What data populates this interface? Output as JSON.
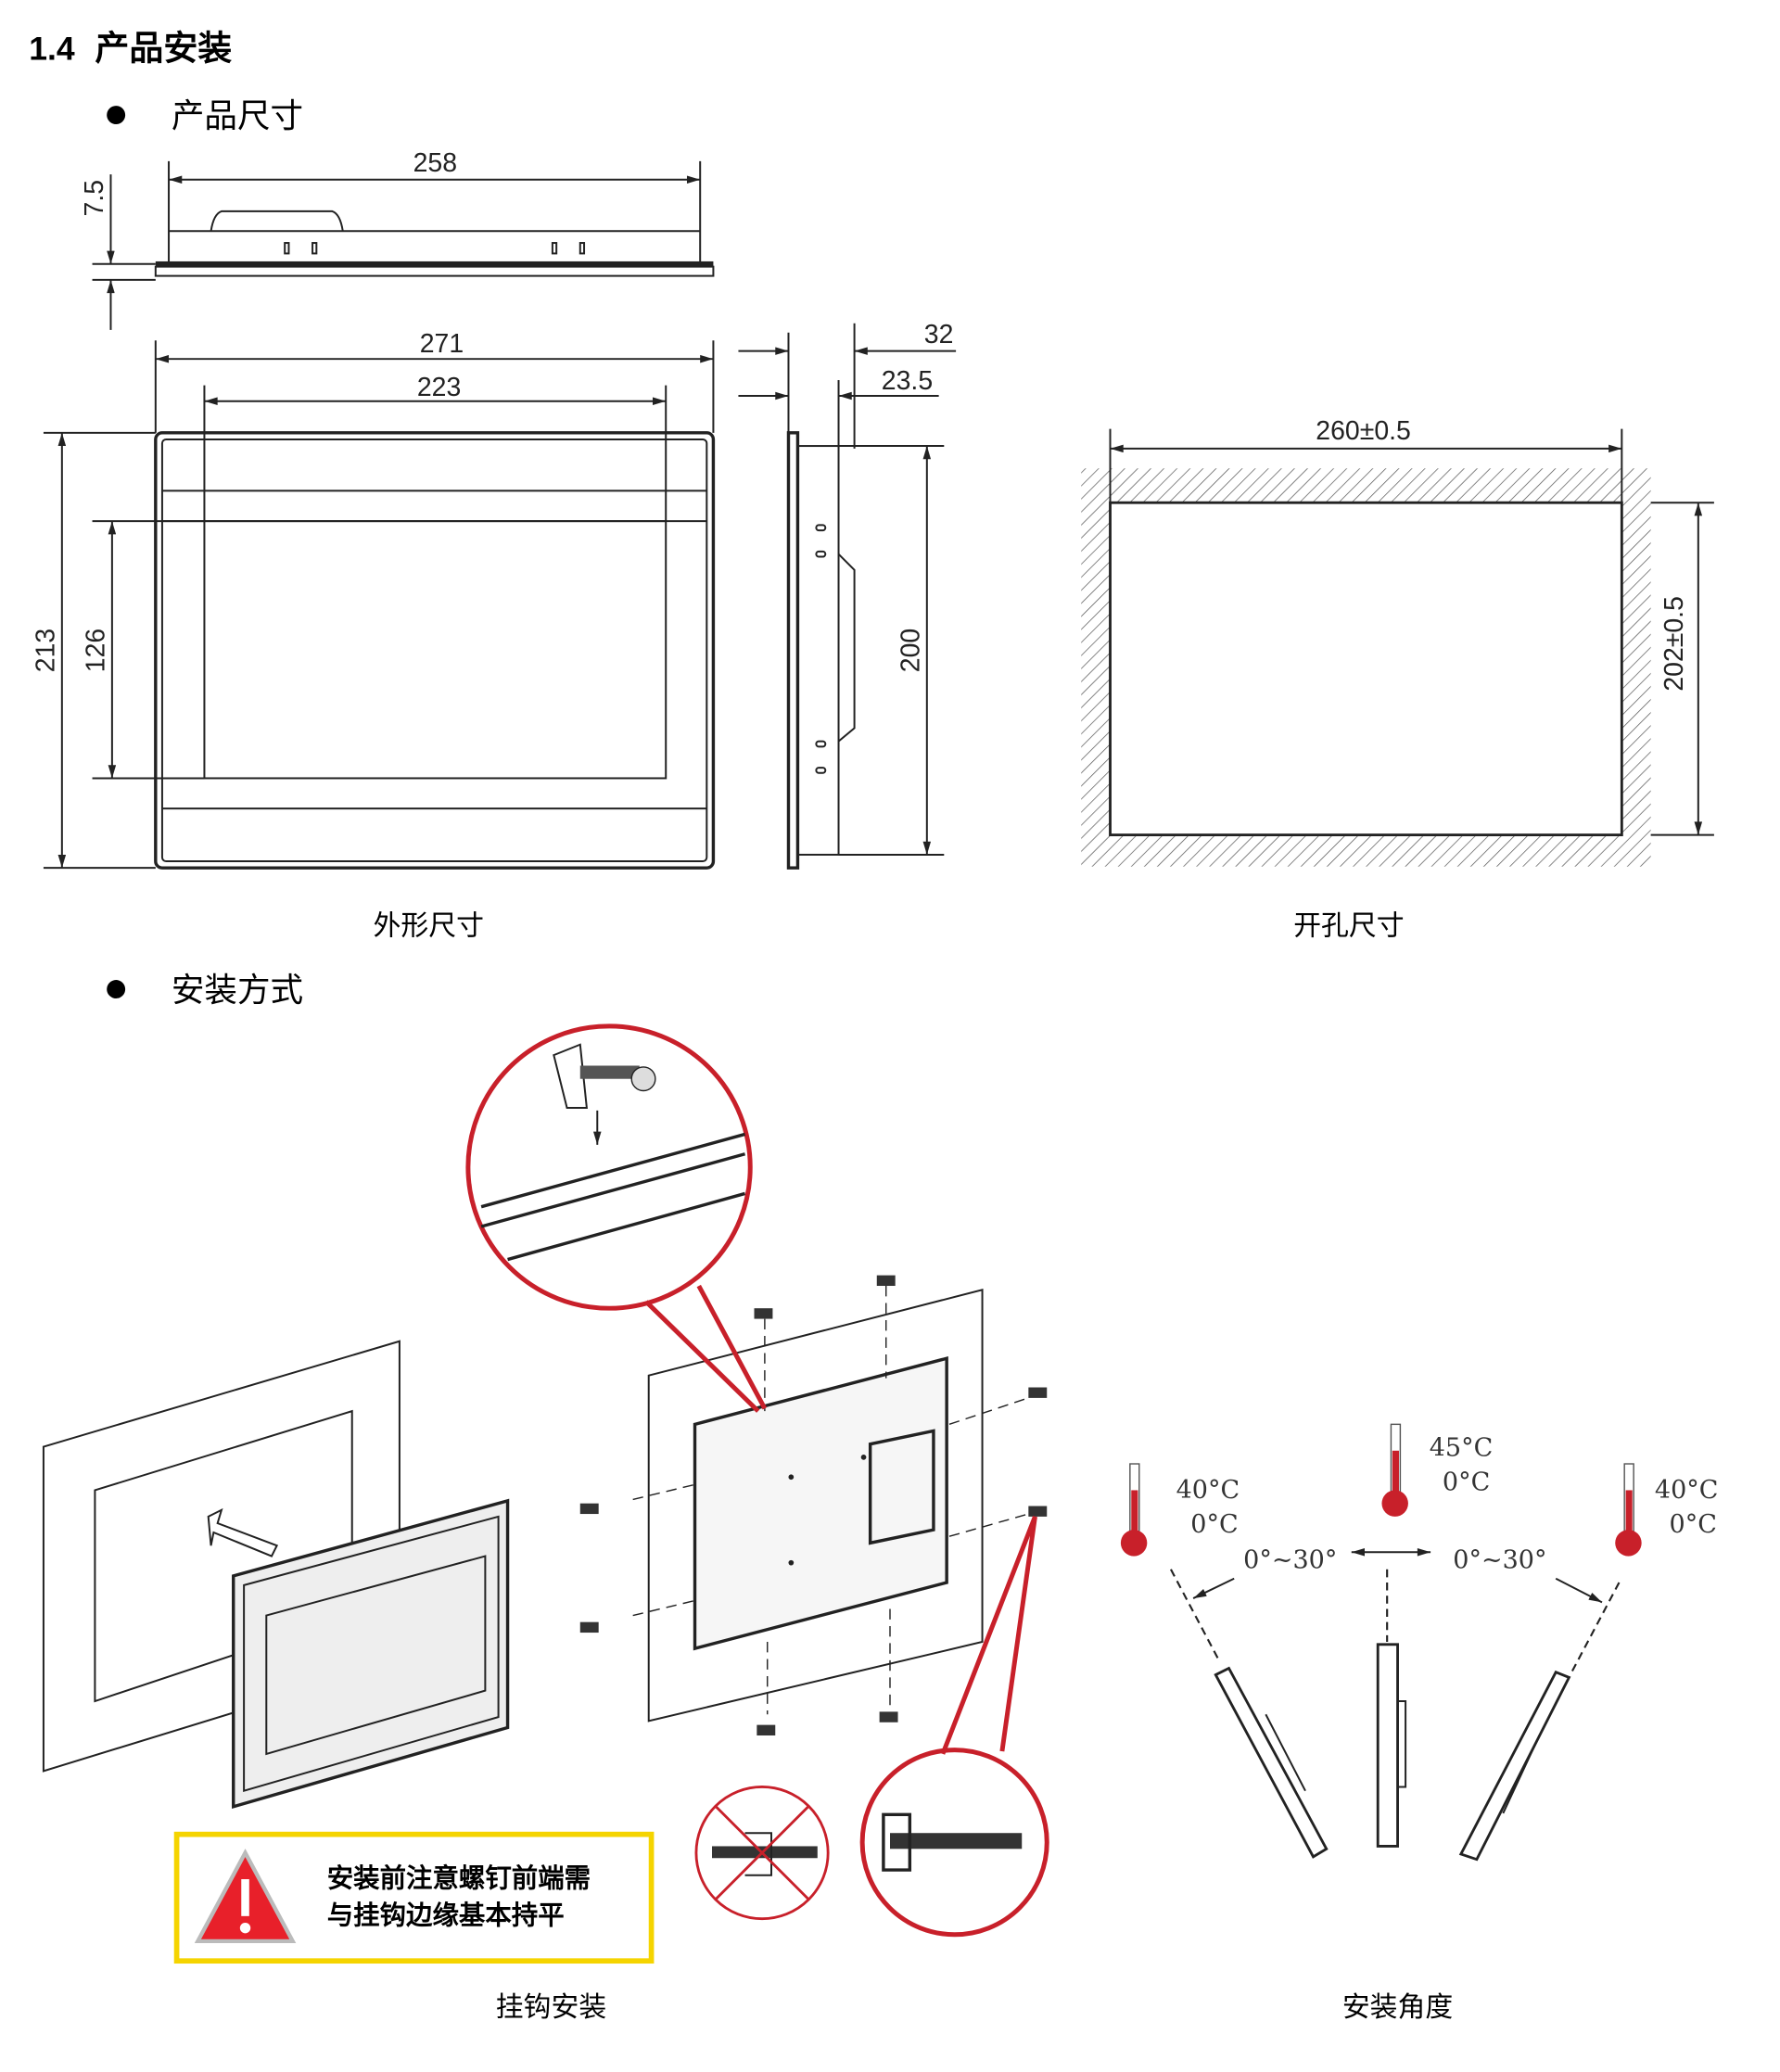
{
  "section": {
    "number": "1.4",
    "title": "产品安装"
  },
  "bullets": {
    "dimensions": "产品尺寸",
    "installation": "安装方式"
  },
  "dimensions": {
    "top_width": "258",
    "thickness": "7.5",
    "outer_width": "271",
    "screen_width": "223",
    "outer_height": "213",
    "screen_height": "126",
    "depth_total": "32",
    "depth_body": "23.5",
    "body_height": "200",
    "cutout_width": "260±0.5",
    "cutout_height": "202±0.5"
  },
  "captions": {
    "outline": "外形尺寸",
    "cutout": "开孔尺寸",
    "hook_install": "挂钩安装",
    "install_angle": "安装角度"
  },
  "warning": {
    "line1": "安装前注意螺钉前端需",
    "line2": "与挂钩边缘基本持平"
  },
  "angles": {
    "left": {
      "max": "40°C",
      "min": "0°C",
      "range": "0°~30°"
    },
    "center": {
      "max": "45°C",
      "min": "0°C"
    },
    "right": {
      "max": "40°C",
      "min": "0°C",
      "range": "0°~30°"
    }
  },
  "colors": {
    "accent_red": "#c8202a",
    "warning_yellow": "#f5d400"
  }
}
